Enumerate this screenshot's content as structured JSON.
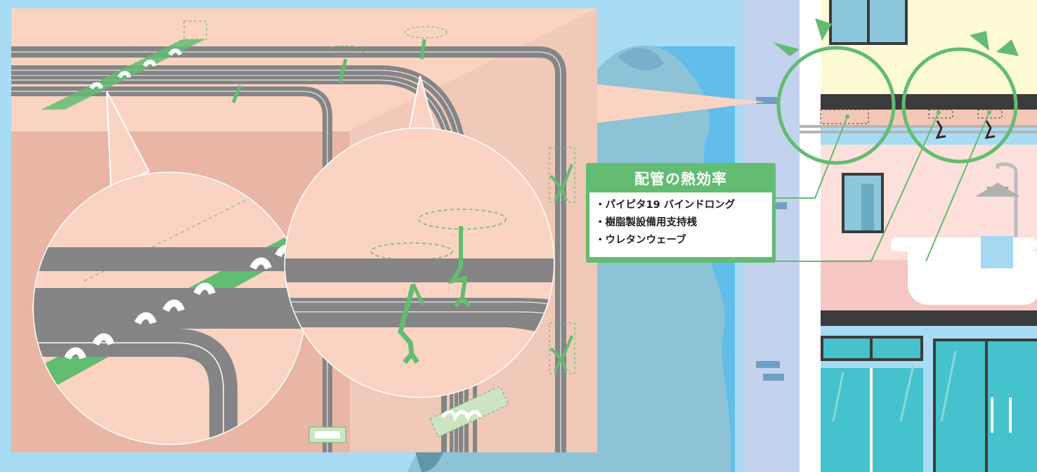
{
  "legend": {
    "title": "配管の熱効率",
    "items": [
      "・パイピタ19 バインドロング",
      "・樹脂製設備用支持桟",
      "・ウレタンウェーブ"
    ]
  },
  "colors": {
    "sky": "#a8dcf4",
    "ceiling": "#fbd3c2",
    "wall_left": "#e9b6a5",
    "wall_right": "#f0c9b8",
    "pipe": "#858585",
    "support_green": "#62bc72",
    "building_wall": "#fdfbd6",
    "glass": "#45c2cb",
    "sea": "#8dc3d6"
  },
  "icons": [
    "pipe-bundle",
    "pipe-support-bracket",
    "dashed-mount-plate",
    "triangle-pointer",
    "bathtub",
    "shower-head",
    "window"
  ]
}
